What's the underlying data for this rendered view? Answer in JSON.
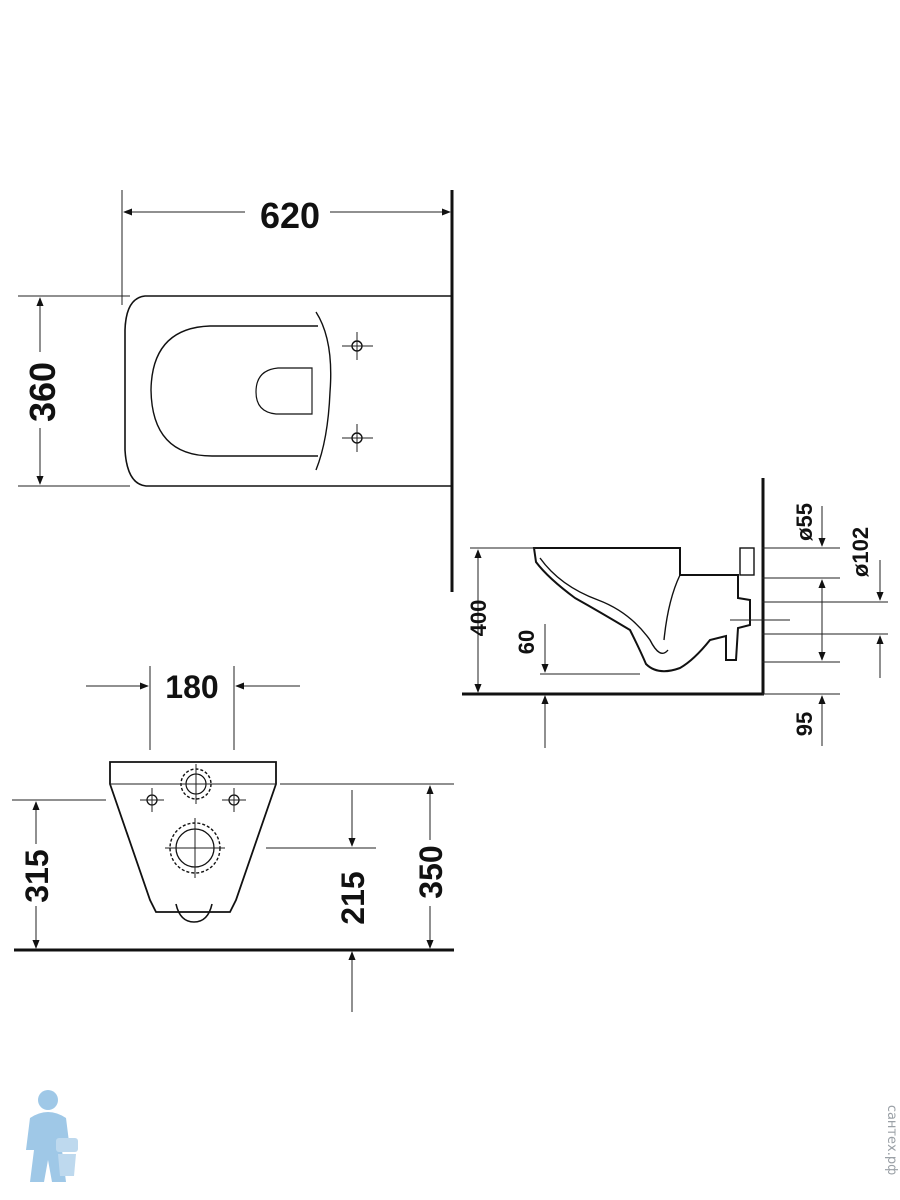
{
  "drawing": {
    "top_view": {
      "width_dim": "620",
      "depth_dim": "360"
    },
    "side_view": {
      "height_dim": "400",
      "h60_dim": "60",
      "h95_dim": "95",
      "d55_dim": "ø55",
      "d102_dim": "ø102"
    },
    "front_view": {
      "spacing_dim": "180",
      "h315_dim": "315",
      "h215_dim": "215",
      "h350_dim": "350"
    }
  },
  "watermark": {
    "text": "сантех.рф"
  },
  "colors": {
    "ink": "#111111",
    "watermark": "#9aa0a6",
    "logo": "#7fb6e0"
  }
}
